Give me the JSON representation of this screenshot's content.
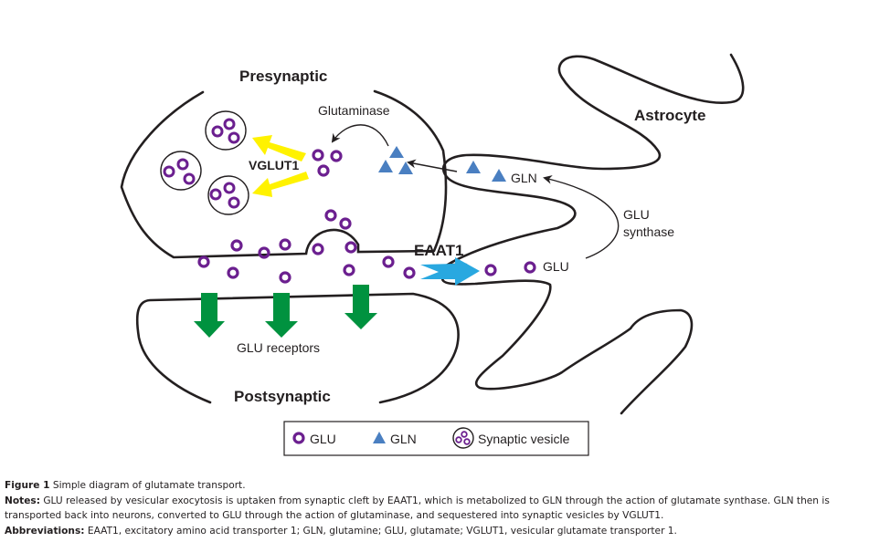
{
  "diagram": {
    "labels": {
      "presynaptic": "Presynaptic",
      "postsynaptic": "Postsynaptic",
      "astrocyte": "Astrocyte",
      "glutaminase": "Glutaminase",
      "vglut1": "VGLUT1",
      "eaat1": "EAAT1",
      "gln": "GLN",
      "glu": "GLU",
      "glu_synthase_line1": "GLU",
      "glu_synthase_line2": "synthase",
      "glu_receptors": "GLU receptors"
    },
    "colors": {
      "glu": "#6b1f8f",
      "gln": "#4a7fc1",
      "vglut_arrow": "#fff200",
      "eaat_arrow": "#29a8e0",
      "receptor_arrow": "#00923f",
      "outline": "#231f20"
    }
  },
  "legend": {
    "items": [
      {
        "icon": "glu-ring-icon",
        "label": "GLU"
      },
      {
        "icon": "gln-triangle-icon",
        "label": "GLN"
      },
      {
        "icon": "synaptic-vesicle-icon",
        "label": "Synaptic vesicle"
      }
    ]
  },
  "caption": {
    "figure_label": "Figure 1",
    "figure_title": "Simple diagram of glutamate transport.",
    "notes_label": "Notes:",
    "notes_line1": "GLU released by vesicular exocytosis is uptaken from synaptic cleft by EAAT1, which is metabolized to GLN through the action of glutamate synthase. GLN then is",
    "notes_line2": "transported back into neurons, converted to GLU through the action of glutaminase, and sequestered into synaptic vesicles by VGLUT1.",
    "abbreviations_label": "Abbreviations:",
    "abbreviations_text": "EAAT1, excitatory amino acid transporter 1; GLN, glutamine; GLU, glutamate; VGLUT1, vesicular glutamate transporter 1."
  }
}
